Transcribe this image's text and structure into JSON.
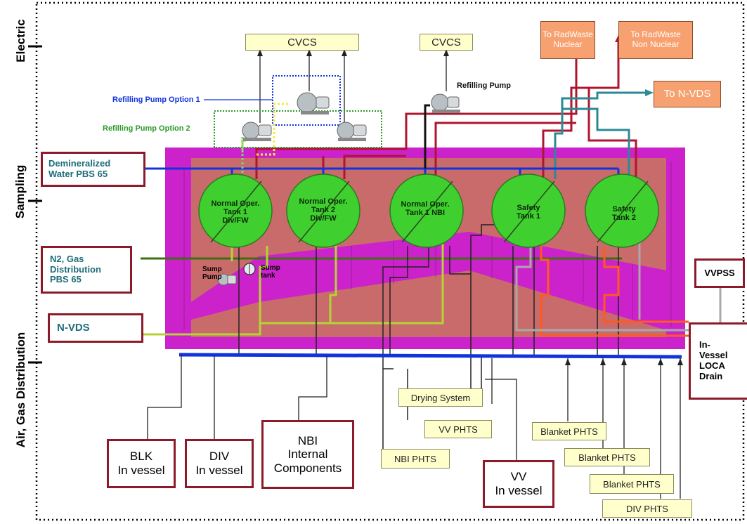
{
  "side_labels": {
    "electric": "Electric",
    "sampling": "Sampling",
    "air_gas": "Air, Gas Distribution"
  },
  "cvcs_left": "CVCS",
  "cvcs_right": "CVCS",
  "refilling_pump": "Refilling Pump",
  "refilling_opt1": "Refilling Pump Option 1",
  "refilling_opt2": "Refilling Pump Option 2",
  "radwaste_nuclear": "To RadWaste\nNuclear",
  "radwaste_non_nuclear": "To RadWaste\nNon Nuclear",
  "to_nvds_top": "To N-VDS",
  "demin_water": "Demineralized\nWater PBS 65",
  "n2_gas": "N2, Gas\nDistribution\nPBS 65",
  "nvds_left": "N-VDS",
  "vvpss": "VVPSS",
  "in_vessel_loca": "In-\nVessel\nLOCA\nDrain",
  "tanks": [
    "Normal Oper.\nTank 1\nDiv/FW",
    "Normal Oper.\nTank 2\nDiv/FW",
    "Normal Oper.\nTank 1 NBI",
    "Safety\nTank 1",
    "Safety\nTank 2"
  ],
  "sump_pump": "Sump\nPump",
  "sump_tank": "Sump\ntank",
  "drying_system": "Drying System",
  "vv_phts": "VV PHTS",
  "nbi_phts": "NBI PHTS",
  "blanket_phts_1": "Blanket PHTS",
  "blanket_phts_2": "Blanket PHTS",
  "blanket_phts_3": "Blanket PHTS",
  "div_phts": "DIV PHTS",
  "blk_in_vessel": "BLK\nIn vessel",
  "div_in_vessel": "DIV\nIn vessel",
  "nbi_internal": "NBI\nInternal\nComponents",
  "vv_in_vessel": "VV\nIn vessel",
  "colors": {
    "magenta": "#cc22cc",
    "salmon": "#c96b6b",
    "tank_green": "#3fcf2f",
    "blue_header": "#1133dd",
    "dark_red": "#b0152f",
    "teal": "#2a8a96",
    "lime": "#b5d335",
    "dark_green": "#3e6e12",
    "orange": "#ff5a1e",
    "gray": "#a9a9a9"
  }
}
